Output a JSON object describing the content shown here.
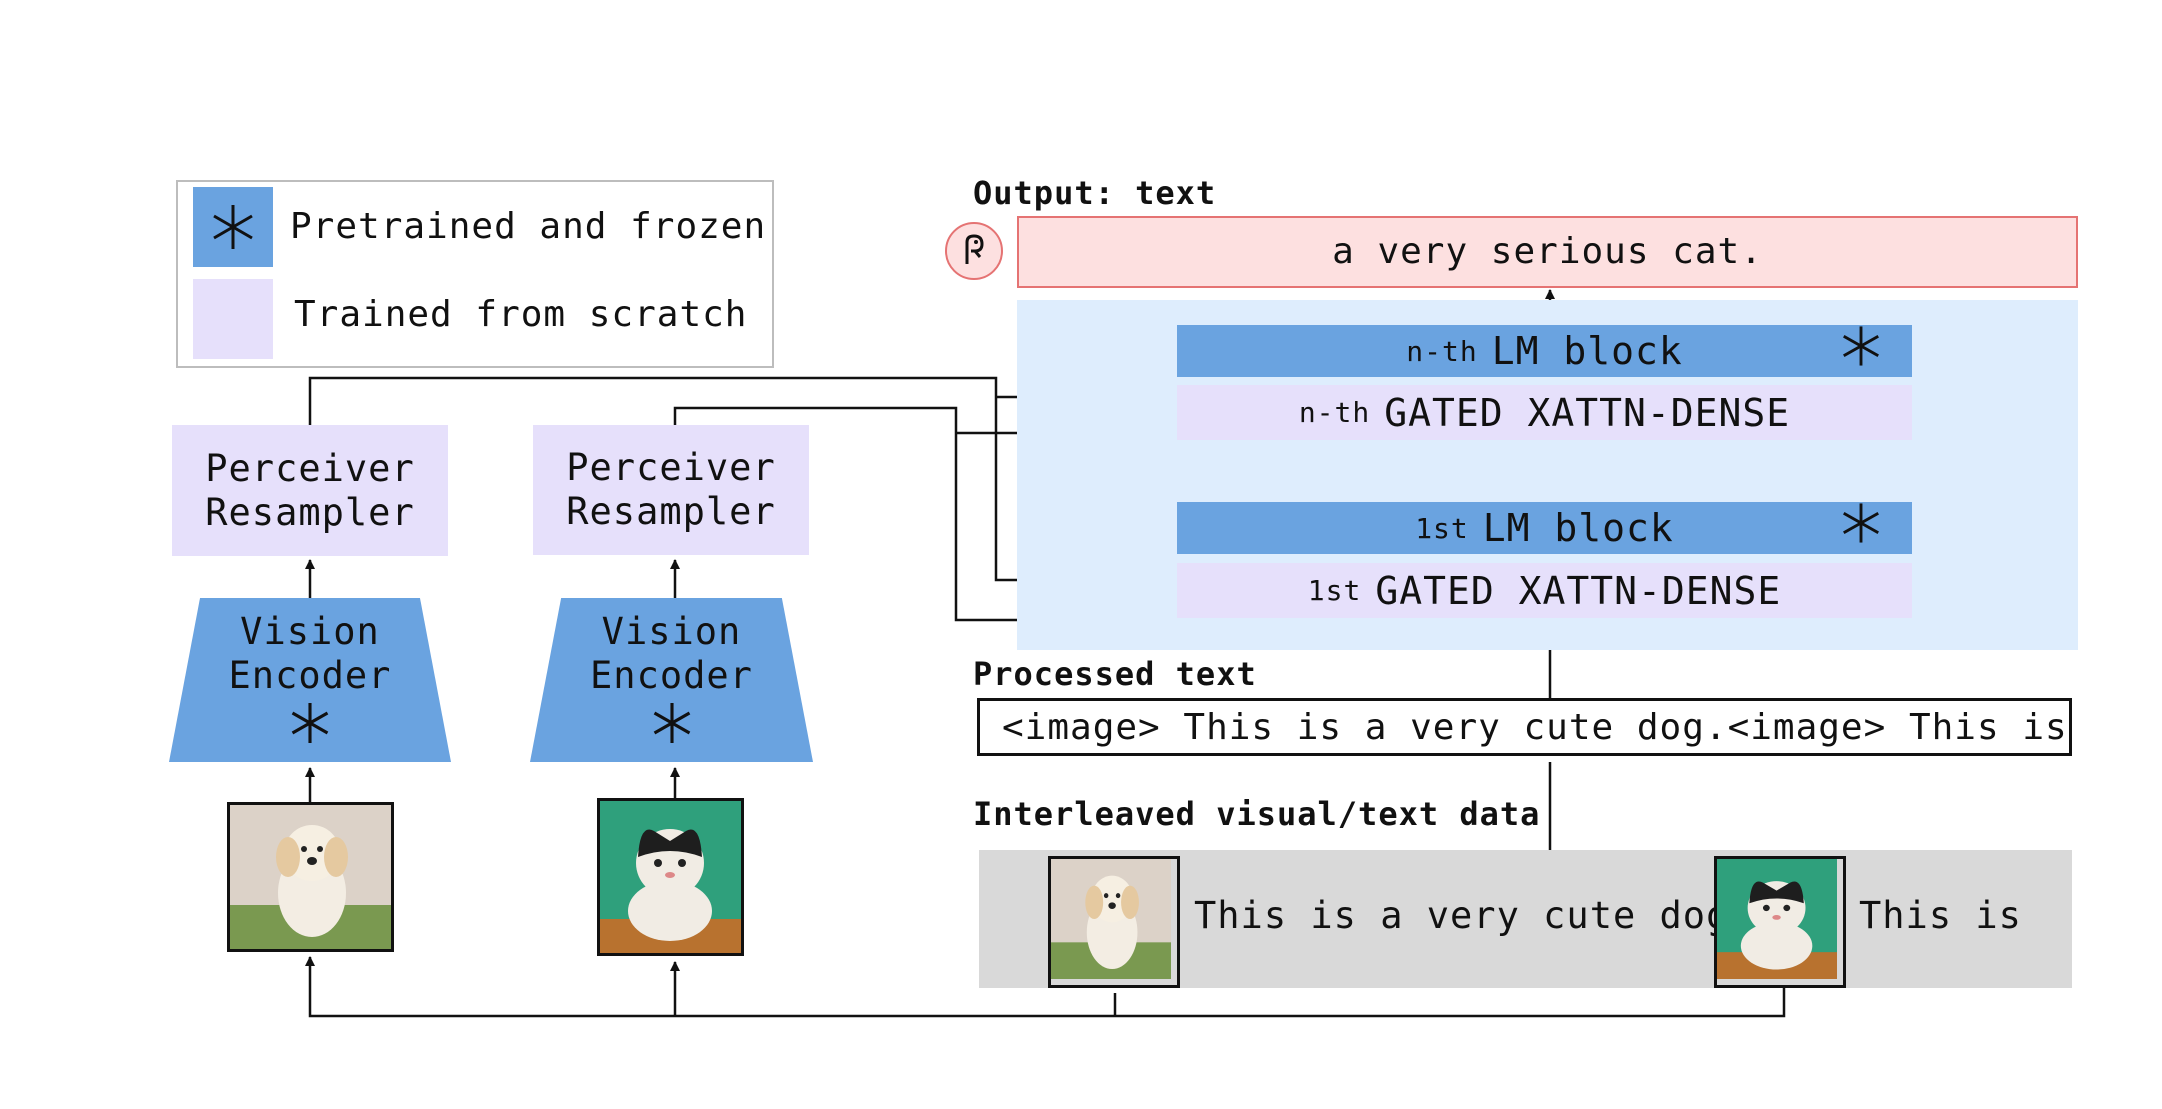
{
  "legend": {
    "items": [
      {
        "label": "Pretrained and frozen",
        "color": "#6aa3e0",
        "icon": "snowflake-icon"
      },
      {
        "label": "Trained from scratch",
        "color": "#e6e0fb"
      }
    ]
  },
  "left_column": {
    "resampler_label": "Perceiver\nResampler",
    "encoder_label": "Vision\nEncoder",
    "encoder_icon": "snowflake-icon",
    "image": "dog-photo"
  },
  "right_column": {
    "resampler_label": "Perceiver\nResampler",
    "encoder_label": "Vision\nEncoder",
    "encoder_icon": "snowflake-icon",
    "image": "cat-photo"
  },
  "output": {
    "heading": "Output: text",
    "text": "a very serious cat.",
    "icon": "flamingo-logo-icon",
    "color": "#fde0e0"
  },
  "lm_stack": {
    "background": "#deedfd",
    "nth_lm": {
      "prefix": "n-th",
      "label": "LM block"
    },
    "nth_xattn": {
      "prefix": "n-th",
      "label": "GATED XATTN-DENSE"
    },
    "first_lm": {
      "prefix": "1st",
      "label": "LM block"
    },
    "first_xattn": {
      "prefix": "1st",
      "label": "GATED XATTN-DENSE"
    }
  },
  "processed": {
    "heading": "Processed text",
    "text": "<image> This is a very cute dog.<image> This is"
  },
  "interleaved": {
    "heading": "Interleaved visual/text data",
    "text_1": "This is a very cute dog.",
    "text_2": "This is",
    "images": [
      "dog-photo",
      "cat-photo"
    ]
  }
}
